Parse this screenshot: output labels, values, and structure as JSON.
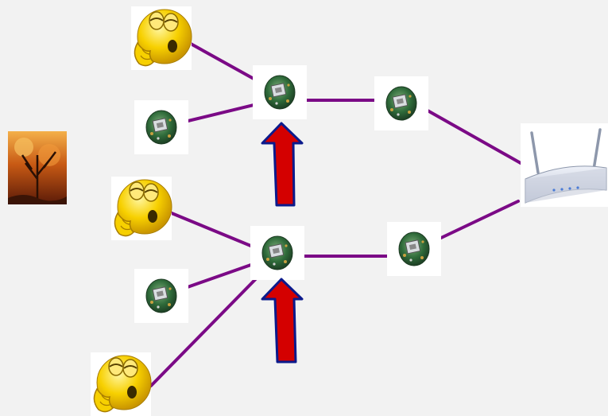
{
  "colors": {
    "background": "#f2f2f2",
    "link": "#7b0a86",
    "arrow_fill": "#d40000",
    "arrow_stroke": "#0b1a8c",
    "emoji_yellow": "#f7d000",
    "sensor_green": "#2f6b3a",
    "fire_orange": "#d06a1a"
  },
  "icons": {
    "fire": "fire-image",
    "sleepy_user": "sleepy-face-icon",
    "sensor_node": "sensor-node-icon",
    "router": "router-icon",
    "arrow": "up-arrow-icon"
  },
  "nodes": [
    {
      "id": "user-top",
      "kind": "sleepy_user"
    },
    {
      "id": "sensor-left-top",
      "kind": "sensor_node"
    },
    {
      "id": "relay-top",
      "kind": "sensor_node"
    },
    {
      "id": "forward-top",
      "kind": "sensor_node"
    },
    {
      "id": "router",
      "kind": "router"
    },
    {
      "id": "user-middle",
      "kind": "sleepy_user"
    },
    {
      "id": "sensor-left-bottom",
      "kind": "sensor_node"
    },
    {
      "id": "relay-bottom",
      "kind": "sensor_node"
    },
    {
      "id": "forward-bottom",
      "kind": "sensor_node"
    },
    {
      "id": "user-bottom",
      "kind": "sleepy_user"
    }
  ],
  "links": [
    [
      "user-top",
      "relay-top"
    ],
    [
      "sensor-left-top",
      "relay-top"
    ],
    [
      "relay-top",
      "forward-top"
    ],
    [
      "forward-top",
      "router"
    ],
    [
      "user-middle",
      "relay-bottom"
    ],
    [
      "sensor-left-bottom",
      "relay-bottom"
    ],
    [
      "user-bottom",
      "relay-bottom"
    ],
    [
      "relay-bottom",
      "forward-bottom"
    ],
    [
      "forward-bottom",
      "router"
    ]
  ],
  "arrows": [
    {
      "id": "arrow-top",
      "points_to": "relay-top"
    },
    {
      "id": "arrow-bottom",
      "points_to": "relay-bottom"
    }
  ]
}
